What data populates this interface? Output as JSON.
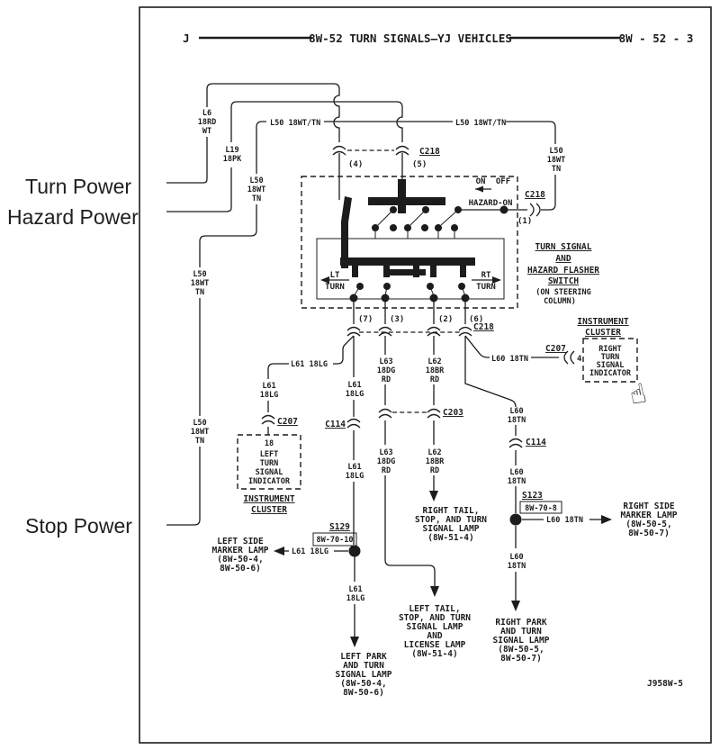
{
  "colors": {
    "ink": "#1c1c1c",
    "paper": "#ffffff"
  },
  "header": {
    "section": "J",
    "title": "8W-52 TURN SIGNALS—YJ VEHICLES",
    "page_ref": "8W - 52 - 3"
  },
  "annotations": {
    "turn": "Turn Power",
    "hazard": "Hazard Power",
    "stop": "Stop Power"
  },
  "power_wires": {
    "l6": [
      "L6",
      "18RD",
      "WT"
    ],
    "l19": [
      "L19",
      "18PK"
    ],
    "l50_a": [
      "L50",
      "18WT",
      "TN"
    ],
    "l50_b": [
      "L50",
      "18WT",
      "TN"
    ],
    "l50_c": [
      "L50",
      "18WT",
      "TN"
    ],
    "l50_right": [
      "L50",
      "18WT",
      "TN"
    ],
    "l50_inline_left": "L50 18WT/TN",
    "l50_inline_right": "L50 18WT/TN"
  },
  "c218_top": {
    "name": "C218",
    "pin4": "(4)",
    "pin5": "(5)"
  },
  "c218_right": {
    "name": "C218",
    "pin1": "(1)"
  },
  "c218_bottom": {
    "name": "C218",
    "pin7": "(7)",
    "pin3": "(3)",
    "pin2": "(2)",
    "pin6": "(6)"
  },
  "switch": {
    "on": "ON",
    "off": "OFF",
    "hazard_on": "HAZARD-ON",
    "lt": [
      "LT",
      "TURN"
    ],
    "rt": [
      "RT",
      "TURN"
    ],
    "name": [
      "TURN SIGNAL",
      "AND",
      "HAZARD FLASHER",
      "SWITCH"
    ],
    "location": [
      "(ON STEERING",
      "COLUMN)"
    ]
  },
  "left_indicator": {
    "l61_inline": "L61 18LG",
    "l61": [
      "L61",
      "18LG"
    ],
    "c207": "C207",
    "box": [
      "18",
      "LEFT",
      "TURN",
      "SIGNAL",
      "INDICATOR"
    ],
    "cluster": [
      "INSTRUMENT",
      "CLUSTER"
    ]
  },
  "right_indicator": {
    "l60_inline": "L60 18TN",
    "c207": "C207",
    "pin": "4",
    "box": [
      "RIGHT",
      "TURN",
      "SIGNAL",
      "INDICATOR"
    ],
    "cluster": [
      "INSTRUMENT",
      "CLUSTER"
    ]
  },
  "l61_run": {
    "a": [
      "L61",
      "18LG"
    ],
    "c114": "C114",
    "b": [
      "L61",
      "18LG"
    ],
    "s129": "S129",
    "s129_ref": "8W-70-10",
    "inline": "L61 18LG",
    "c": [
      "L61",
      "18LG"
    ]
  },
  "l63_run": {
    "a": [
      "L63",
      "18DG",
      "RD"
    ],
    "b": [
      "L63",
      "18DG",
      "RD"
    ]
  },
  "l62_run": {
    "a": [
      "L62",
      "18BR",
      "RD"
    ],
    "c203": "C203",
    "b": [
      "L62",
      "18BR",
      "RD"
    ]
  },
  "l60_run": {
    "a": [
      "L60",
      "18TN"
    ],
    "c114": "C114",
    "b": [
      "L60",
      "18TN"
    ],
    "s123": "S123",
    "s123_ref": "8W-70-8",
    "inline": "L60 18TN",
    "c": [
      "L60",
      "18TN"
    ]
  },
  "lamps": {
    "left_side_marker": [
      "LEFT SIDE",
      "MARKER LAMP",
      "(8W-50-4,",
      "8W-50-6)"
    ],
    "left_park": [
      "LEFT PARK",
      "AND TURN",
      "SIGNAL LAMP",
      "(8W-50-4,",
      "8W-50-6)"
    ],
    "left_tail": [
      "LEFT TAIL,",
      "STOP, AND TURN",
      "SIGNAL LAMP",
      "AND",
      "LICENSE LAMP",
      "(8W-51-4)"
    ],
    "right_tail": [
      "RIGHT TAIL,",
      "STOP, AND TURN",
      "SIGNAL LAMP",
      "(8W-51-4)"
    ],
    "right_park": [
      "RIGHT PARK",
      "AND TURN",
      "SIGNAL LAMP",
      "(8W-50-5,",
      "8W-50-7)"
    ],
    "right_side_marker": [
      "RIGHT SIDE",
      "MARKER LAMP",
      "(8W-50-5,",
      "8W-50-7)"
    ]
  },
  "footer": {
    "figure_id": "J958W-5"
  },
  "cursor": {
    "glyph": "☝"
  }
}
